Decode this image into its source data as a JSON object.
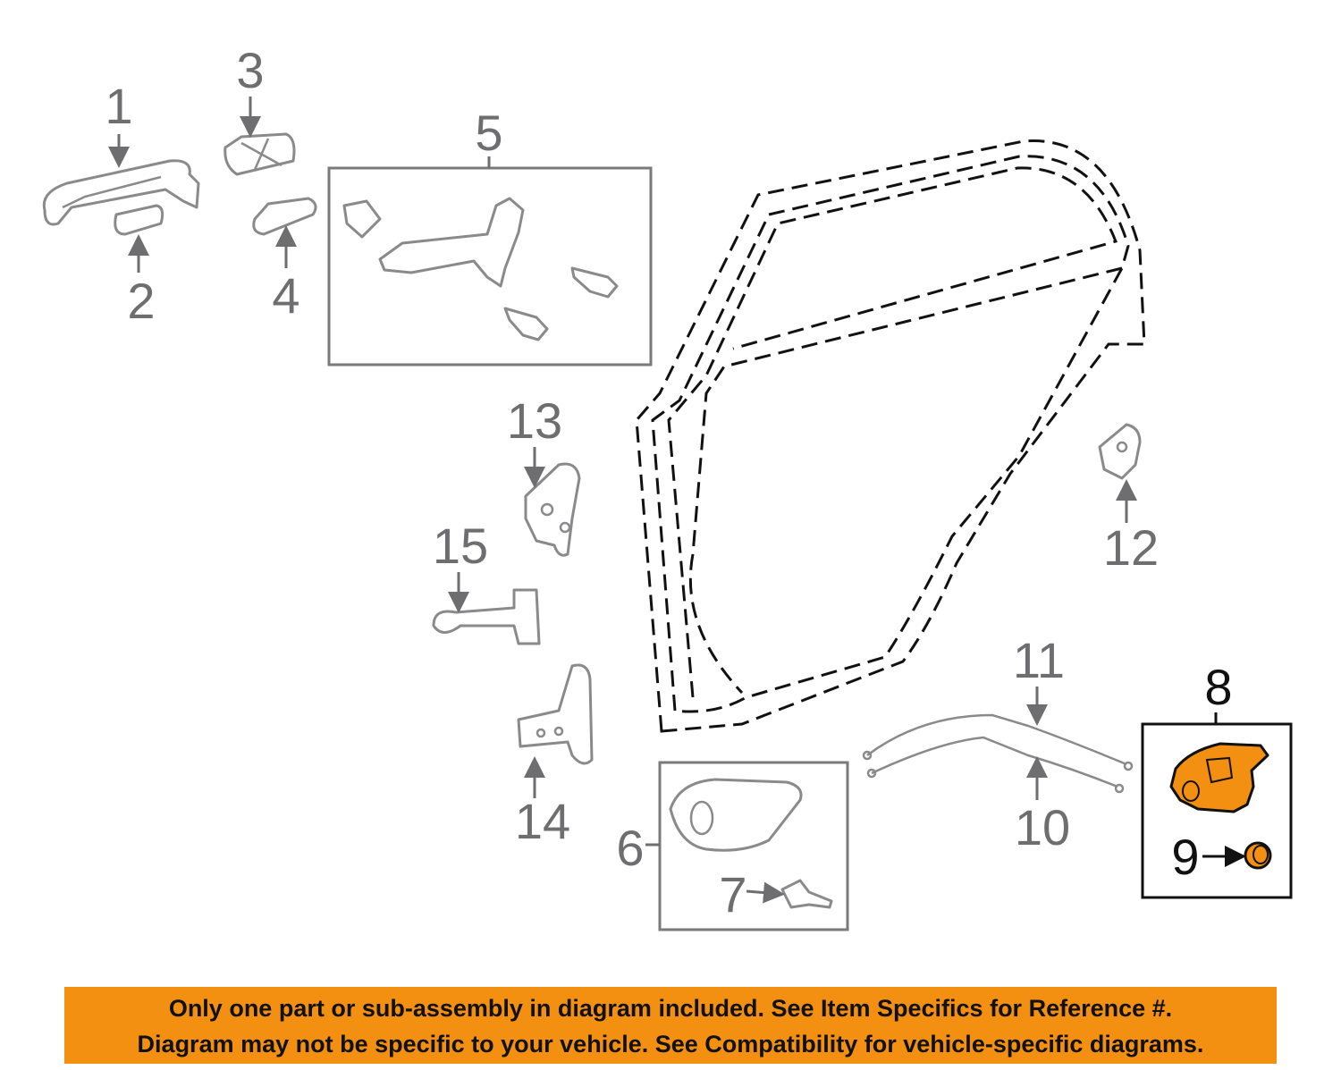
{
  "diagram": {
    "callouts": [
      "1",
      "2",
      "3",
      "4",
      "5",
      "6",
      "7",
      "8",
      "9",
      "10",
      "11",
      "12",
      "13",
      "14",
      "15"
    ],
    "highlight_color": "#f39012",
    "highlighted_parts": [
      "8",
      "9"
    ]
  },
  "banner": {
    "line1": "Only one part or sub-assembly in diagram included. See Item Specifics for Reference #.",
    "line2": "Diagram may not be specific to your vehicle. See Compatibility for vehicle-specific diagrams."
  }
}
